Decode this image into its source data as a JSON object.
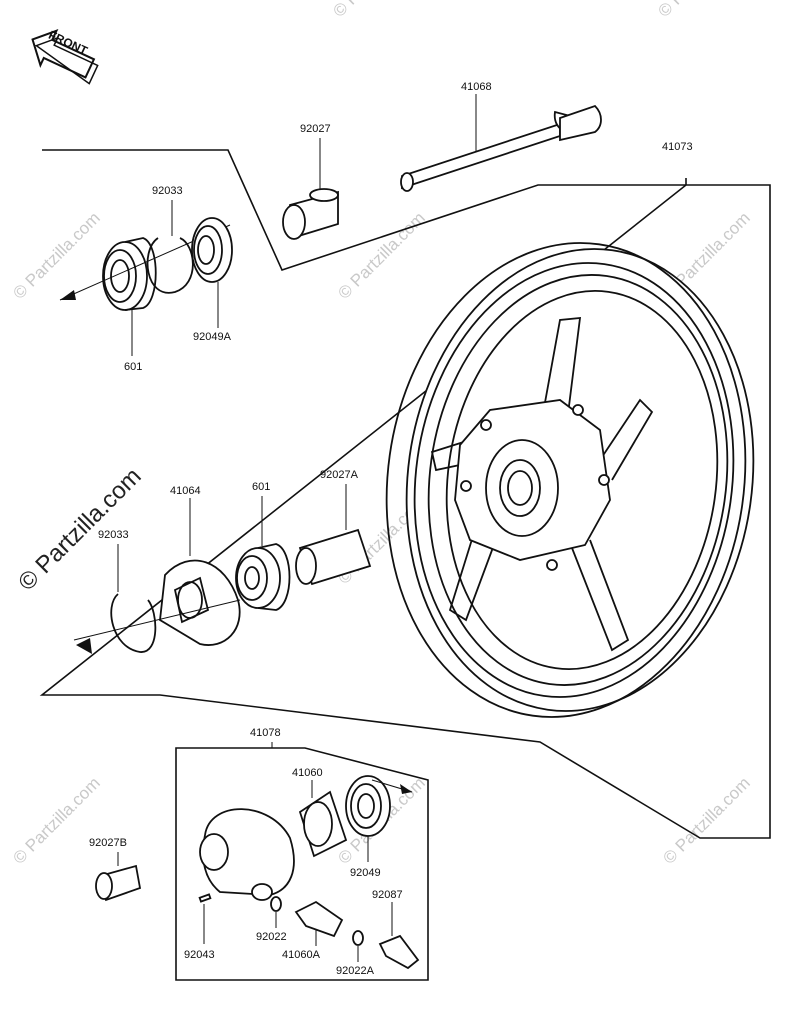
{
  "diagram": {
    "front_label": "FRONT",
    "watermark_main": "© Partzilla.com",
    "watermark_tile": "© Partzilla.com",
    "part_labels": {
      "p41068": "41068",
      "p92027": "92027",
      "p41073": "41073",
      "p92033_top": "92033",
      "p92049A": "92049A",
      "p601_top": "601",
      "p41064": "41064",
      "p601_mid": "601",
      "p92027A": "92027A",
      "p92033_mid": "92033",
      "p41078": "41078",
      "p41060": "41060",
      "p92027B": "92027B",
      "p92049": "92049",
      "p92087": "92087",
      "p92043": "92043",
      "p92022": "92022",
      "p41060A": "41060A",
      "p92022A": "92022A"
    }
  }
}
